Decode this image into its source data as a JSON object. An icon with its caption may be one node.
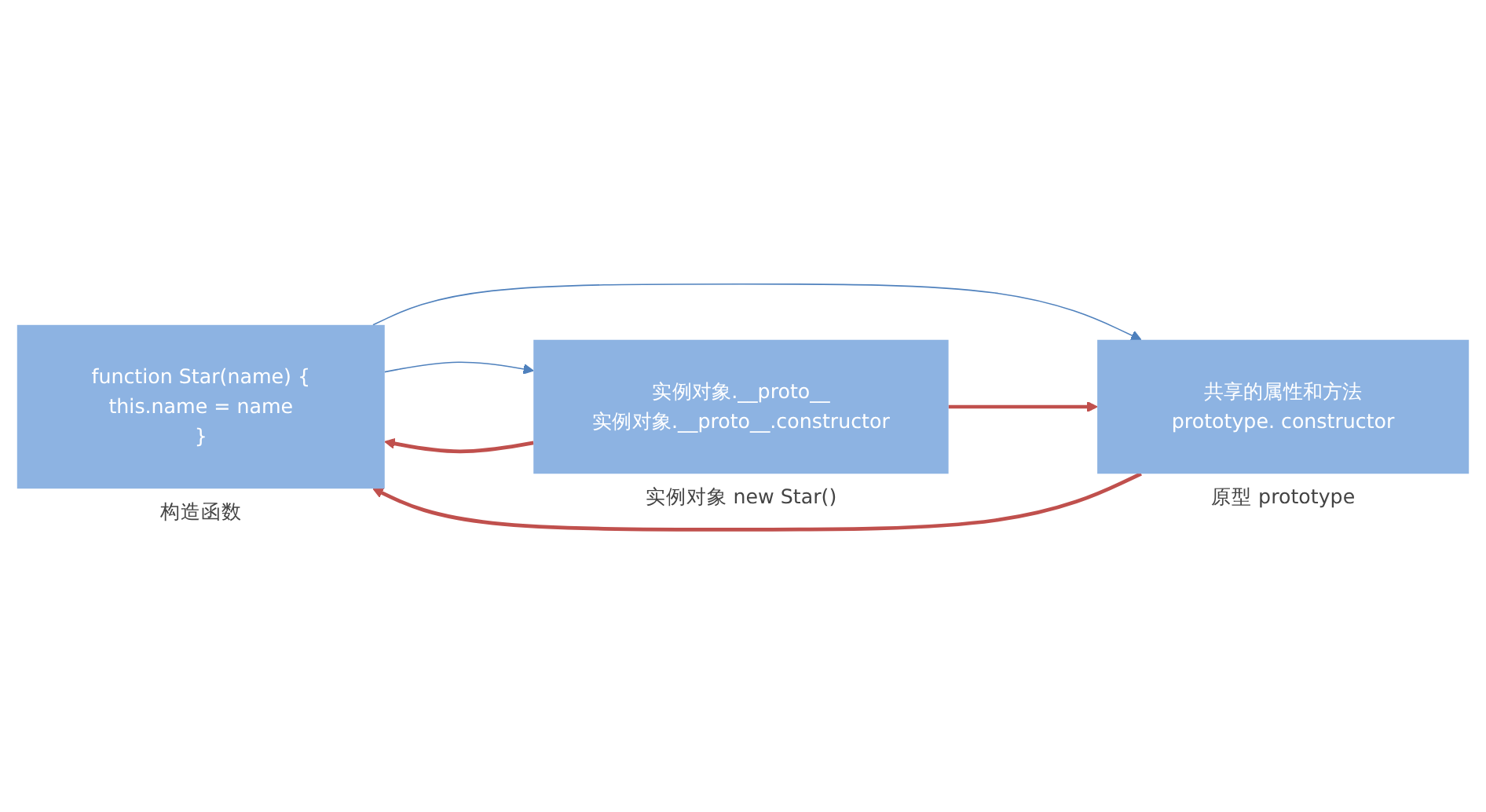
{
  "diagram": {
    "nodes": [
      {
        "text": [
          "function Star(name) {",
          "this.name = name",
          "}"
        ],
        "beside": [
          "构造函数"
        ]
      },
      {
        "text": [
          "共享的属性和方法",
          "prototype. constructor"
        ],
        "beside": [
          "原型 prototype"
        ]
      },
      {
        "text": [
          "实例对象.__proto__",
          "实例对象.__proto__.constructor"
        ],
        "beside": [
          "实例对象 new Star()"
        ]
      }
    ],
    "edges": [
      {
        "from": 0,
        "to": 1,
        "arrow": "to",
        "color": "#4f81bd"
      },
      {
        "from": 1,
        "to": 0,
        "arrow": "to"
      },
      {
        "from": 0,
        "to": 2,
        "arrow": "to",
        "color": "#4f81bd"
      },
      {
        "from": 2,
        "to": 0,
        "arrow": "to"
      },
      {
        "from": 2,
        "to": 1,
        "arrow": "to"
      }
    ]
  }
}
